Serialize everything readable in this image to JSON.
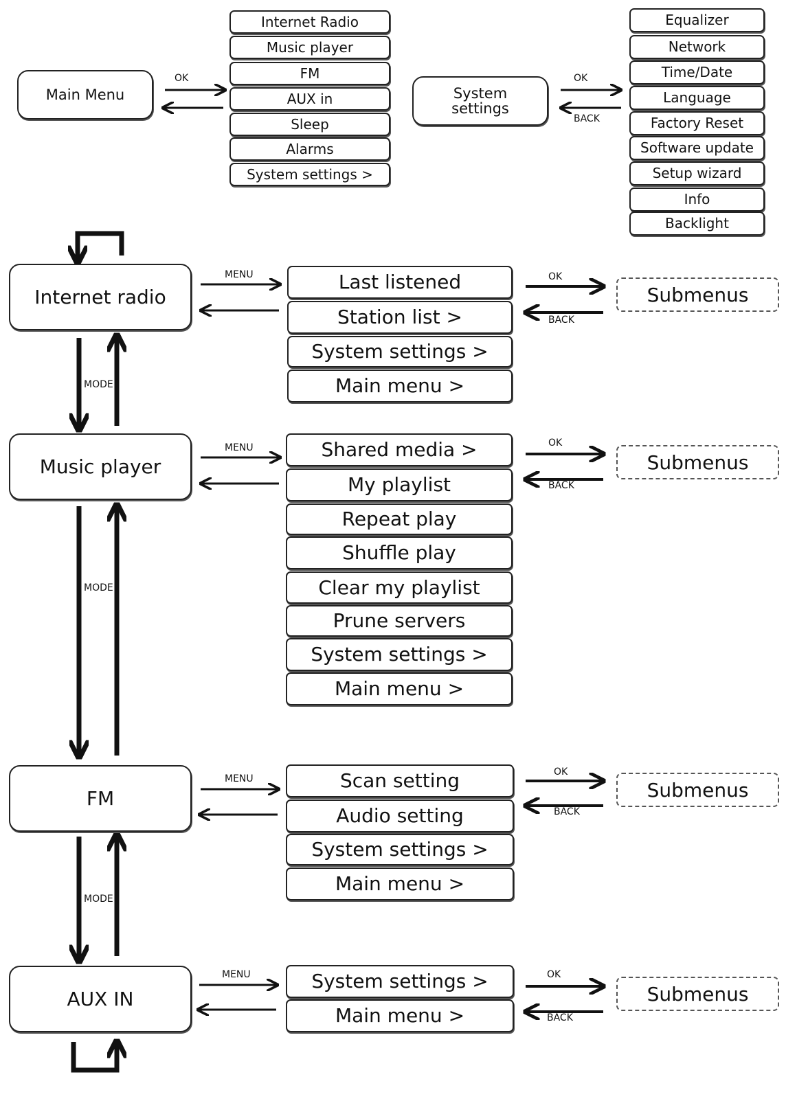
{
  "overview": {
    "main_menu": "Main Menu",
    "main_items": [
      "Internet Radio",
      "Music player",
      "FM",
      "AUX in",
      "Sleep",
      "Alarms",
      "System settings >"
    ],
    "system_settings": "System settings",
    "system_items": [
      "Equalizer",
      "Network",
      "Time/Date",
      "Language",
      "Factory Reset",
      "Software update",
      "Setup wizard",
      "Info",
      "Backlight"
    ]
  },
  "labels": {
    "ok": "OK",
    "back": "BACK",
    "menu": "MENU",
    "mode": "MODE",
    "submenus": "Submenus"
  },
  "modes": [
    {
      "name": "Internet radio",
      "items": [
        "Last listened",
        "Station list >",
        "System settings >",
        "Main menu >"
      ]
    },
    {
      "name": "Music player",
      "items": [
        "Shared media >",
        "My playlist",
        "Repeat play",
        "Shuffle play",
        "Clear my playlist",
        "Prune servers",
        "System settings >",
        "Main menu >"
      ]
    },
    {
      "name": "FM",
      "items": [
        "Scan setting",
        "Audio setting",
        "System settings >",
        "Main menu >"
      ]
    },
    {
      "name": "AUX IN",
      "items": [
        "System settings >",
        "Main menu >"
      ]
    }
  ]
}
